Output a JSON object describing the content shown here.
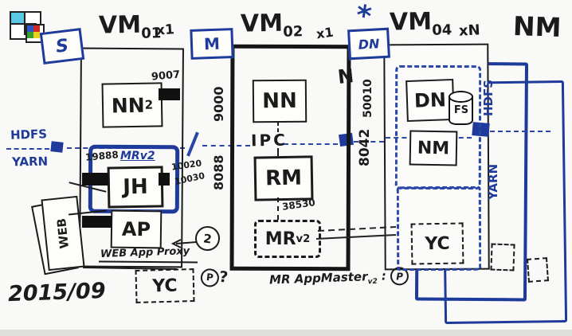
{
  "colors": {
    "ink": "#1b1b1b",
    "blue": "#1e3a9a",
    "dash_blue": "#2a46a8",
    "paper": "#f9f9f7"
  },
  "logo": {
    "cyan": "#5bc8e6",
    "blue_cell": "#2d55c8",
    "red_cell": "#cc2a22",
    "green_cell": "#3a9e2d",
    "yellow_cell": "#e5d31f"
  },
  "date": "2015/09",
  "bus": {
    "hdfs": "HDFS",
    "yarn": "YARN"
  },
  "vm1": {
    "tag": "S",
    "title": "VM",
    "num": "01",
    "mult": "x1",
    "nn2": {
      "label": "NN",
      "sub": "2",
      "port": "9007"
    },
    "mr_region": {
      "label": "MRv2",
      "port_web": "19888",
      "port_ipc": "10020",
      "port_alt": "10030"
    },
    "jh": "JH",
    "ap": "AP",
    "web": "WEB",
    "web_proxy": "WEB App Proxy",
    "step": "2",
    "yc": "YC",
    "p": "P",
    "q": "?"
  },
  "vm2": {
    "tag": "M",
    "title": "VM",
    "num": "02",
    "mult": "x1",
    "port_nn": "9000",
    "port_rm": "8088",
    "nn": "NN",
    "ipc": "IPC",
    "rm": "RM",
    "port_am": "38530",
    "mr": "MR",
    "mr_sub": "v2",
    "caption": {
      "text": "MR AppMaster",
      "sub": "v2",
      "sep": ":",
      "p": "P"
    }
  },
  "vm4": {
    "star": "*",
    "tag": "DN",
    "title": "VM",
    "num": "04",
    "mult": "xN",
    "n": "N",
    "port_dn": "50010",
    "port_nm": "8042",
    "dn": "DN",
    "fs": "FS",
    "nm": "NM",
    "hdfs": "HDFS",
    "yarn": "YARN",
    "yc": "YC"
  },
  "nm_title": "NM"
}
